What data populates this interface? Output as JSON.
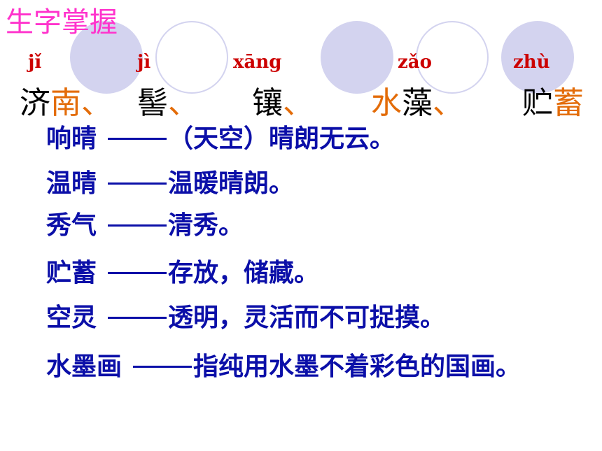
{
  "title": "生字掌握",
  "pinyin": [
    "jǐ",
    "jì",
    "xāng",
    "zǎo",
    "zhù"
  ],
  "words": [
    {
      "a": "济",
      "b": "南",
      "sep": "、"
    },
    {
      "a": "髻",
      "b": "",
      "sep": "、"
    },
    {
      "a": "镶",
      "b": "",
      "sep": "、"
    },
    {
      "b": "水",
      "a": "藻",
      "sep": "、"
    },
    {
      "a": "贮",
      "b": "蓄",
      "sep": ""
    }
  ],
  "definitions": [
    {
      "term": "响晴",
      "meaning": "（天空）晴朗无云。"
    },
    {
      "term": "温晴",
      "meaning": "温暖晴朗。"
    },
    {
      "term": "秀气",
      "meaning": "清秀。"
    },
    {
      "term": "贮蓄",
      "meaning": "存放，储藏。"
    },
    {
      "term": "空灵",
      "meaning": "透明，灵活而不可捉摸。"
    },
    {
      "term": "水墨画",
      "meaning": "指纯用水墨不着彩色的国画。"
    }
  ],
  "colors": {
    "title": "#ff33cc",
    "pinyin": "#cc0000",
    "black_char": "#000000",
    "orange_char": "#e36c09",
    "definition": "#0b0fa8",
    "circle": "#d3d3ef"
  }
}
